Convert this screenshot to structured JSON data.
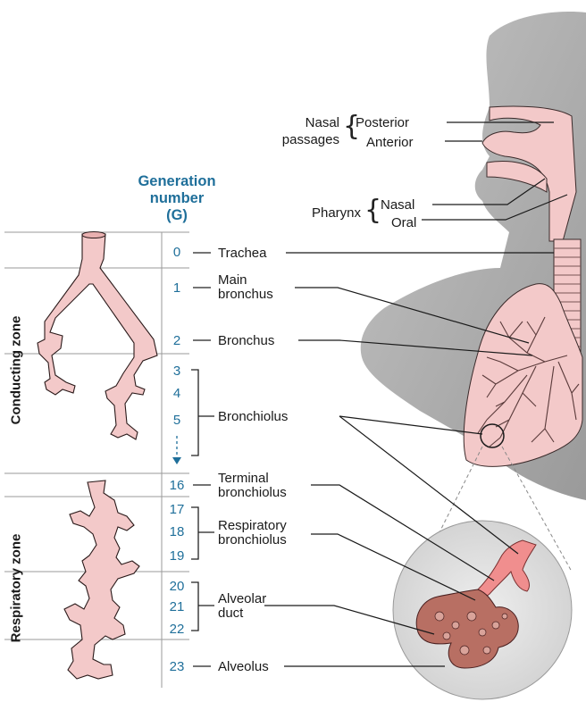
{
  "generation_header": {
    "line1": "Generation",
    "line2": "number",
    "line3": "(G)"
  },
  "zones": {
    "conducting": "Conducting zone",
    "respiratory": "Respiratory zone"
  },
  "generations": [
    "0",
    "1",
    "2",
    "3",
    "4",
    "5",
    "16",
    "17",
    "18",
    "19",
    "20",
    "21",
    "22",
    "23"
  ],
  "structures": {
    "trachea": "Trachea",
    "main_bronchus_1": "Main",
    "main_bronchus_2": "bronchus",
    "bronchus": "Bronchus",
    "bronchiolus": "Bronchiolus",
    "terminal_1": "Terminal",
    "terminal_2": "bronchiolus",
    "respiratory_1": "Respiratory",
    "respiratory_2": "bronchiolus",
    "alveolar_1": "Alveolar",
    "alveolar_2": "duct",
    "alveolus": "Alveolus"
  },
  "upper_airway": {
    "nasal_passages_1": "Nasal",
    "nasal_passages_2": "passages",
    "posterior": "Posterior",
    "anterior": "Anterior",
    "pharynx": "Pharynx",
    "nasal": "Nasal",
    "oral": "Oral"
  },
  "colors": {
    "tissue_pink": "#f3c9c9",
    "tissue_outline": "#3a2a2a",
    "silhouette_gray": "#a9a9a9",
    "alveoli_brown": "#b86f63",
    "generation_blue": "#1f6f9a"
  }
}
